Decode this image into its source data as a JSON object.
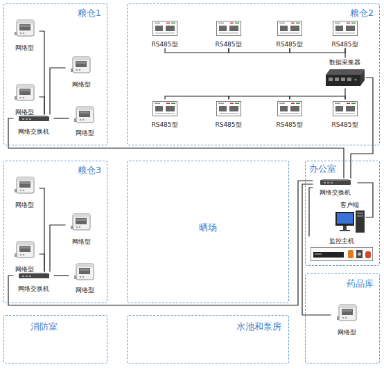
{
  "diagram": {
    "nodes": [
      {
        "text": [
          "粮仓1"
        ]
      },
      {
        "text": [
          "网络型"
        ],
        "in": 0
      },
      {
        "text": [
          "网络型"
        ],
        "in": 0
      },
      {
        "text": [
          "网络型"
        ],
        "in": 0
      },
      {
        "text": [
          "网络型"
        ],
        "in": 0
      },
      {
        "text": [
          "网络交换机"
        ],
        "in": 0
      },
      {
        "text": [
          "粮仓2"
        ]
      },
      {
        "text": [
          "RS485型"
        ],
        "in": 6
      },
      {
        "text": [
          "RS485型"
        ],
        "in": 6
      },
      {
        "text": [
          "RS485型"
        ],
        "in": 6
      },
      {
        "text": [
          "RS485型"
        ],
        "in": 6
      },
      {
        "text": [
          "数据采集器"
        ],
        "in": 6
      },
      {
        "text": [
          "RS485型"
        ],
        "in": 6
      },
      {
        "text": [
          "RS485型"
        ],
        "in": 6
      },
      {
        "text": [
          "RS485型"
        ],
        "in": 6
      },
      {
        "text": [
          "RS485型"
        ],
        "in": 6
      },
      {
        "text": [
          "粮仓3"
        ]
      },
      {
        "text": [
          "网络型"
        ],
        "in": 16
      },
      {
        "text": [
          "网络型"
        ],
        "in": 16
      },
      {
        "text": [
          "网络型"
        ],
        "in": 16
      },
      {
        "text": [
          "网络型"
        ],
        "in": 16
      },
      {
        "text": [
          "网络交换机"
        ],
        "in": 16
      },
      {
        "text": [
          "晒场"
        ]
      },
      {
        "text": [
          "办公室"
        ]
      },
      {
        "text": [
          "网络交换机"
        ],
        "in": 23
      },
      {
        "text": [
          "客户端"
        ],
        "in": 23
      },
      {
        "text": [
          "监控主机"
        ],
        "in": 23
      },
      {
        "text": [
          "药品库"
        ]
      },
      {
        "text": [
          "网络型"
        ],
        "in": 27
      },
      {
        "text": [
          "消防室"
        ]
      },
      {
        "text": [
          "水池和泵房"
        ]
      }
    ],
    "edges": [
      {
        "from": 1,
        "to": 5,
        "arrow": "none"
      },
      {
        "from": 2,
        "to": 5,
        "arrow": "none"
      },
      {
        "from": 3,
        "to": 5,
        "arrow": "none"
      },
      {
        "from": 4,
        "to": 5,
        "arrow": "none"
      },
      {
        "from": 5,
        "to": 24,
        "arrow": "none"
      },
      {
        "from": 7,
        "to": 8,
        "arrow": "none"
      },
      {
        "from": 8,
        "to": 9,
        "arrow": "none"
      },
      {
        "from": 9,
        "to": 10,
        "arrow": "none"
      },
      {
        "from": 10,
        "to": 11,
        "arrow": "none"
      },
      {
        "from": 12,
        "to": 13,
        "arrow": "none"
      },
      {
        "from": 13,
        "to": 14,
        "arrow": "none"
      },
      {
        "from": 14,
        "to": 15,
        "arrow": "none"
      },
      {
        "from": 15,
        "to": 11,
        "arrow": "none"
      },
      {
        "from": 11,
        "to": 24,
        "arrow": "none"
      },
      {
        "from": 17,
        "to": 21,
        "arrow": "none"
      },
      {
        "from": 18,
        "to": 21,
        "arrow": "none"
      },
      {
        "from": 19,
        "to": 21,
        "arrow": "none"
      },
      {
        "from": 20,
        "to": 21,
        "arrow": "none"
      },
      {
        "from": 21,
        "to": 24,
        "arrow": "none"
      },
      {
        "from": 24,
        "to": 25,
        "arrow": "none"
      },
      {
        "from": 24,
        "to": 26,
        "arrow": "none"
      },
      {
        "from": 24,
        "to": 28,
        "arrow": "none"
      }
    ]
  }
}
